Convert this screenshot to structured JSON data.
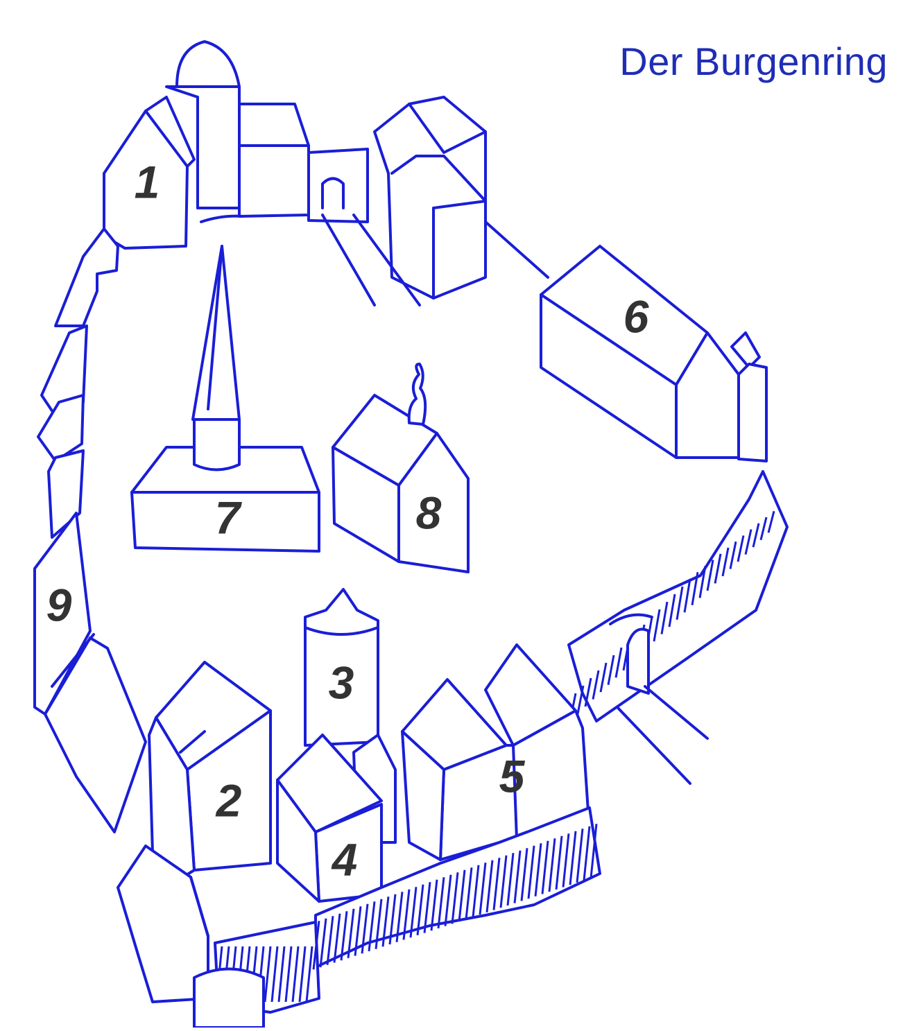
{
  "title": "Der Burgenring",
  "colors": {
    "ink": "#1a1ed6",
    "title": "#1f2db5",
    "numbers": "#333333",
    "background": "#ffffff"
  },
  "labels": [
    "1",
    "2",
    "3",
    "4",
    "5",
    "6",
    "7",
    "8",
    "9"
  ]
}
